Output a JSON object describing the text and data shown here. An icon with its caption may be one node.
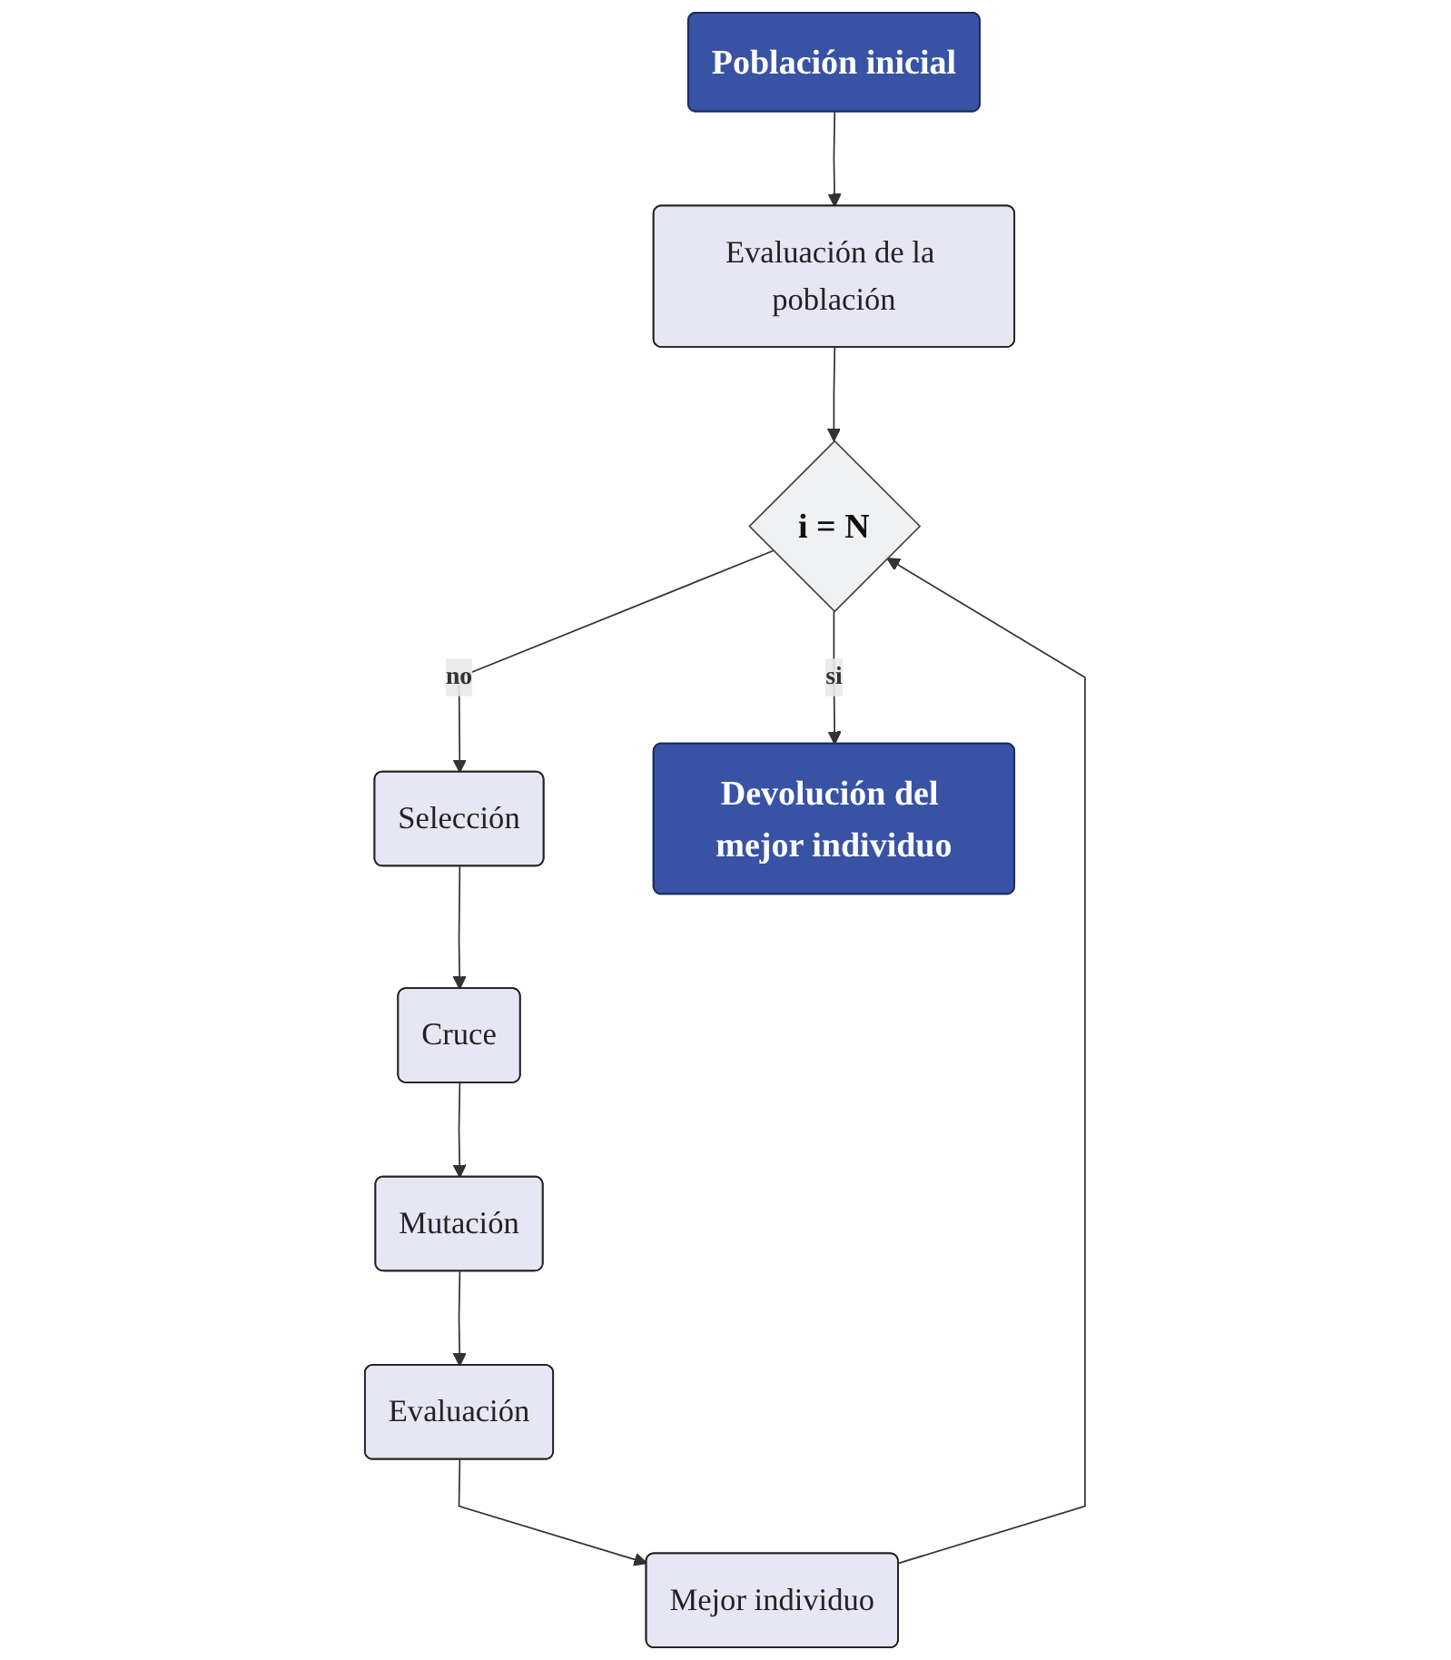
{
  "diagram": {
    "nodes": [
      {
        "text": [
          "Población inicial"
        ]
      },
      {
        "text": [
          "Evaluación de la población"
        ]
      },
      {
        "text": [
          "i = N"
        ]
      },
      {
        "text": [
          "Selección"
        ]
      },
      {
        "text": [
          "Cruce"
        ]
      },
      {
        "text": [
          "Mutación"
        ]
      },
      {
        "text": [
          "Evaluación"
        ]
      },
      {
        "text": [
          "Mejor individuo"
        ]
      },
      {
        "text": [
          "Devolución del mejor individuo"
        ]
      }
    ],
    "edges": [
      {
        "from": 0,
        "to": 1,
        "arrow": "to"
      },
      {
        "from": 1,
        "to": 2,
        "arrow": "to"
      },
      {
        "from": 2,
        "to": 3,
        "arrow": "to",
        "label": "no"
      },
      {
        "from": 3,
        "to": 4,
        "arrow": "to"
      },
      {
        "from": 4,
        "to": 5,
        "arrow": "to"
      },
      {
        "from": 5,
        "to": 6,
        "arrow": "to"
      },
      {
        "from": 6,
        "to": 7,
        "arrow": "to"
      },
      {
        "from": 7,
        "to": 2,
        "arrow": "to"
      },
      {
        "from": 2,
        "to": 8,
        "arrow": "to",
        "label": "si"
      }
    ]
  }
}
